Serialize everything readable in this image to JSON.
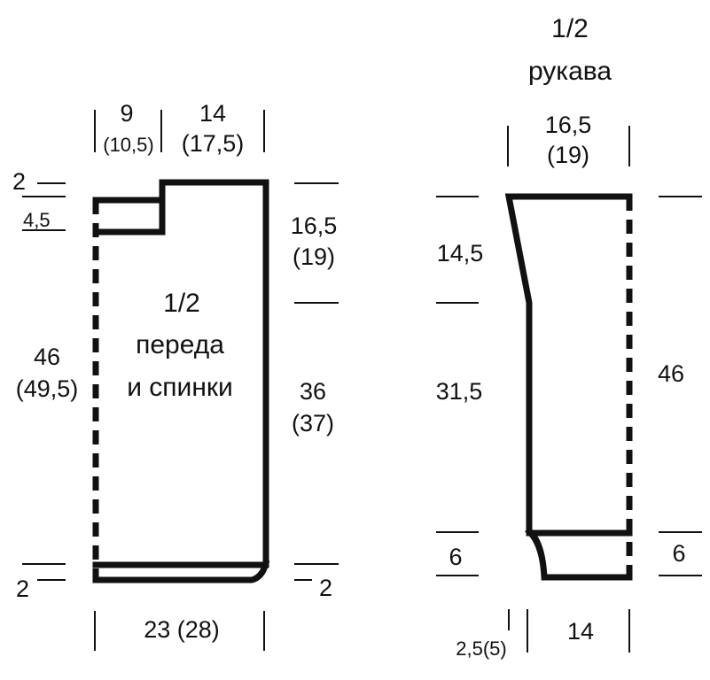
{
  "body_piece": {
    "title_line1": "1/2",
    "title_line2": "переда",
    "title_line3": "и спинки",
    "shoulder_neck_width": "9",
    "shoulder_neck_width_alt": "(10,5)",
    "shoulder_width": "14",
    "shoulder_width_alt": "(17,5)",
    "neck_top": "2",
    "neck_depth": "4,5",
    "total_length": "46",
    "total_length_alt": "(49,5)",
    "armhole": "16,5",
    "armhole_alt": "(19)",
    "side_length": "36",
    "side_length_alt": "(37)",
    "hem_left": "2",
    "hem_right": "2",
    "width": "23 (28)"
  },
  "sleeve_piece": {
    "title_line1": "1/2",
    "title_line2": "рукава",
    "top_width": "16,5",
    "top_width_alt": "(19)",
    "top_section": "14,5",
    "mid_section": "31,5",
    "total_length": "46",
    "cuff_left": "6",
    "cuff_right": "6",
    "bottom_offset": "2,5(5)",
    "bottom_width": "14"
  }
}
